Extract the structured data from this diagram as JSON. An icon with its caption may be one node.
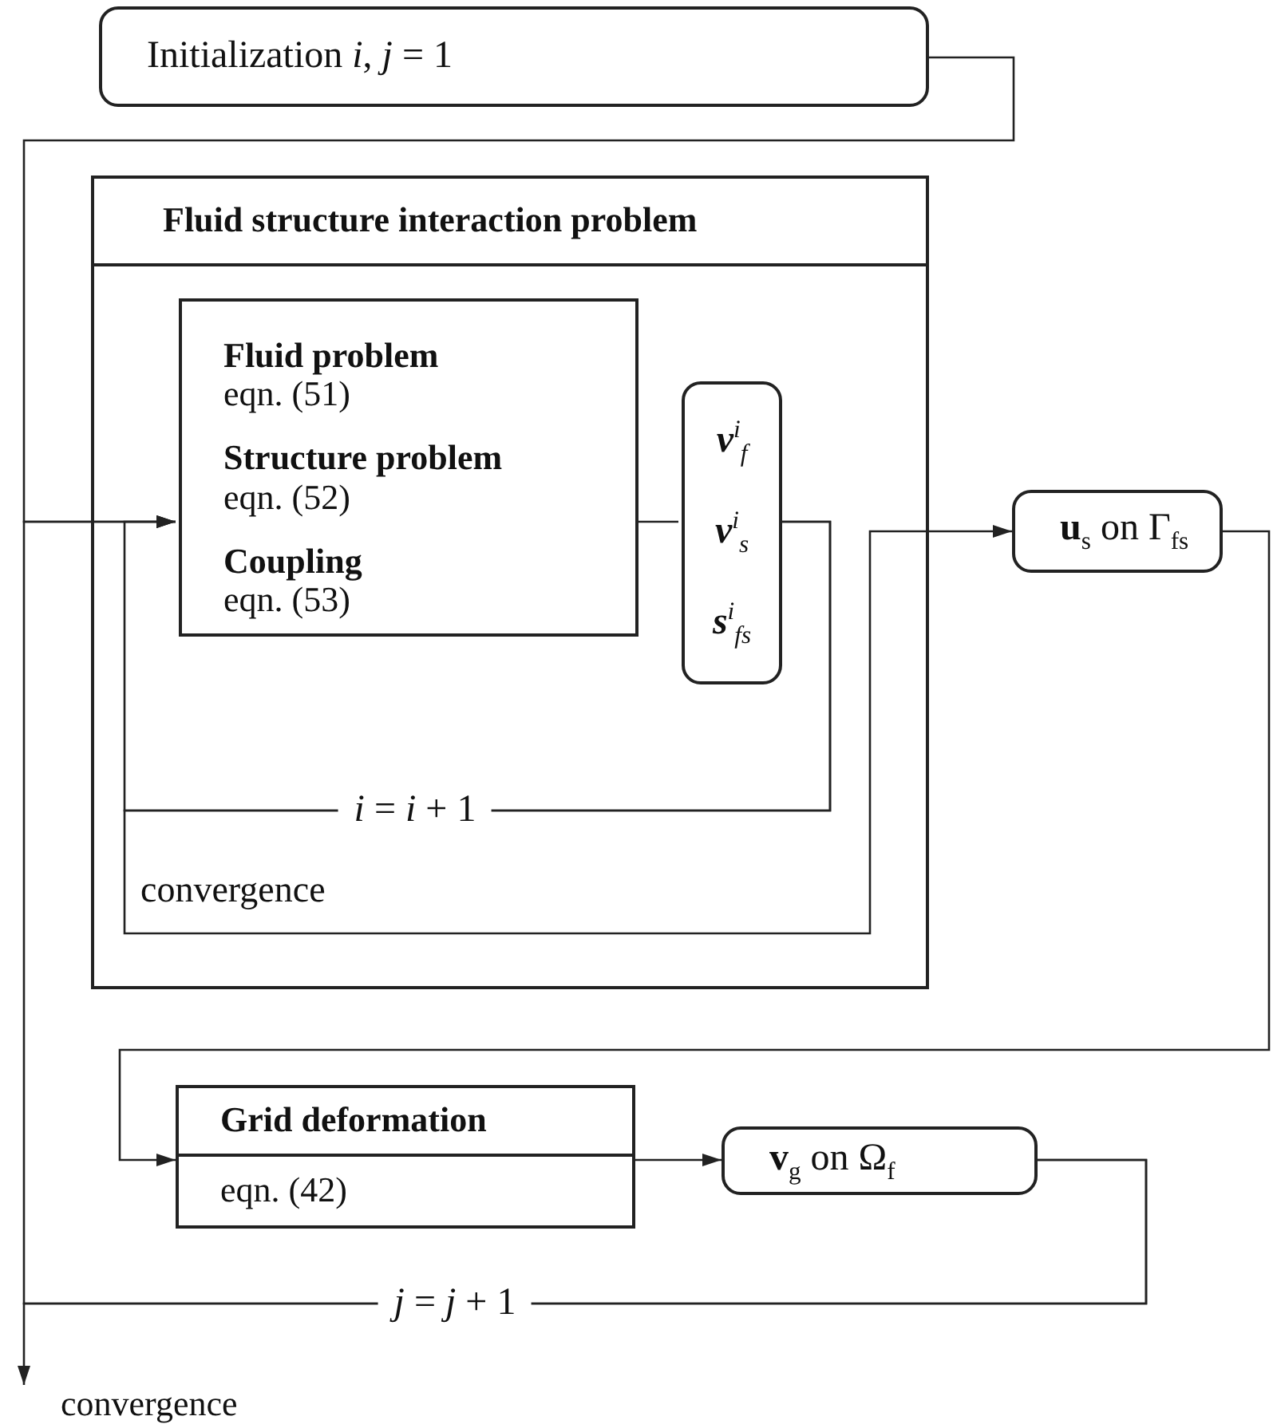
{
  "diagram": {
    "nodes": [
      {
        "text": [
          "Initialization *i*, *j* = 1"
        ]
      },
      {
        "text": [
          "Fluid structure interaction problem"
        ]
      },
      {
        "text": [
          "Fluid problem",
          "eqn. (51)",
          "Structure problem",
          "eqn. (52)",
          "Coupling",
          "eqn. (53)"
        ],
        "in": 1
      },
      {
        "text": [
          "**v**$^{i}$$_{f}$",
          "**v**$^{i}$$_{s}$",
          "**s**$^{i}$$_{fs}$"
        ],
        "in": 1
      },
      {
        "text": [
          "**u**$_{s}$ on Γ$_{fs}$"
        ]
      },
      {
        "text": [
          "Grid deformation",
          "eqn. (42)"
        ]
      },
      {
        "text": [
          "**v**$_{g}$ on Ω$_{f}$"
        ]
      },
      {
        "text": [
          "convergence"
        ]
      }
    ],
    "edges": [
      {
        "from": 0,
        "to": 2,
        "arrow": "to"
      },
      {
        "from": 2,
        "to": 3,
        "arrow": "none"
      },
      {
        "from": 3,
        "to": 2,
        "arrow": "to",
        "label": "*i* = *i* + 1"
      },
      {
        "from": 3,
        "to": 4,
        "arrow": "to",
        "label": "convergence"
      },
      {
        "from": 4,
        "to": 5,
        "arrow": "to"
      },
      {
        "from": 5,
        "to": 6,
        "arrow": "to"
      },
      {
        "from": 6,
        "to": 2,
        "arrow": "to",
        "label": "*j* = *j* + 1"
      },
      {
        "from": 6,
        "to": 7,
        "arrow": "to"
      }
    ]
  }
}
